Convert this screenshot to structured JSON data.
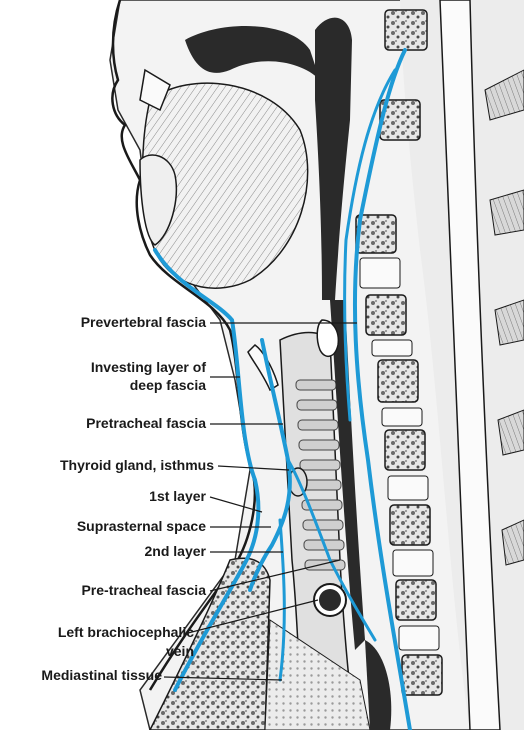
{
  "labels": {
    "prevertebral": "Prevertebral fascia",
    "investing_1": "Investing layer of",
    "investing_2": "deep fascia",
    "pretracheal": "Pretracheal fascia",
    "thyroid": "Thyroid gland, isthmus",
    "layer1": "1st layer",
    "suprasternal": "Suprasternal space",
    "layer2": "2nd layer",
    "pre_tracheal": "Pre-tracheal fascia",
    "brachio_1": "Left brachiocephalic",
    "brachio_2": "vein",
    "mediastinal": "Mediastinal tissue"
  },
  "colors": {
    "fascia": "#1e9ad6",
    "ink": "#1a1a1a",
    "bone": "#e8e8e8",
    "cavity": "#2a2a2a"
  }
}
